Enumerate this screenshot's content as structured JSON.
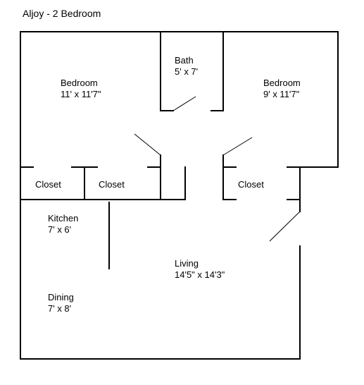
{
  "title": "Aljoy - 2 Bedroom",
  "rooms": {
    "bedroom_left": {
      "name": "Bedroom",
      "size": "11' x 11'7\""
    },
    "bath": {
      "name": "Bath",
      "size": "5' x 7'"
    },
    "bedroom_right": {
      "name": "Bedroom",
      "size": "9' x 11'7\""
    },
    "closet_1": {
      "name": "Closet"
    },
    "closet_2": {
      "name": "Closet"
    },
    "closet_3": {
      "name": "Closet"
    },
    "kitchen": {
      "name": "Kitchen",
      "size": "7' x 6'"
    },
    "living": {
      "name": "Living",
      "size": "14'5\" x 14'3\""
    },
    "dining": {
      "name": "Dining",
      "size": "7' x 8'"
    }
  }
}
